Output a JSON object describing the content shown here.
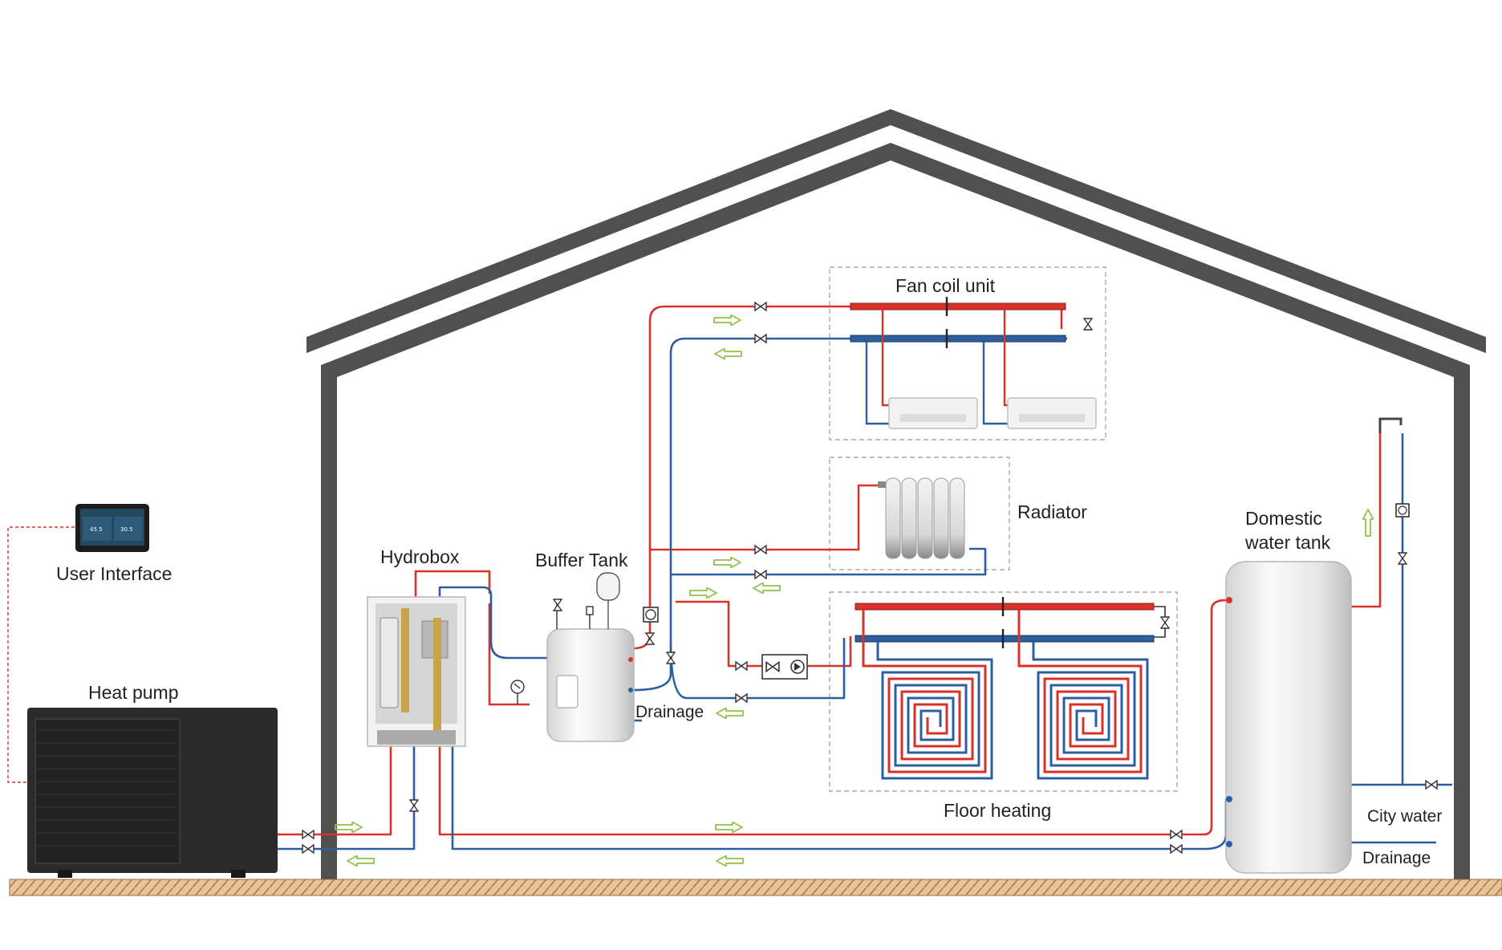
{
  "labels": {
    "user_interface": "User Interface",
    "heat_pump": "Heat pump",
    "hydrobox": "Hydrobox",
    "buffer_tank": "Buffer Tank",
    "drainage_buffer": "Drainage",
    "fan_coil_unit": "Fan coil unit",
    "radiator": "Radiator",
    "floor_heating": "Floor heating",
    "domestic_water_tank_line1": "Domestic",
    "domestic_water_tank_line2": "water tank",
    "city_water": "City water",
    "drainage_tank": "Drainage"
  },
  "user_interface_screen": {
    "left_value": "45.5",
    "right_value": "30.5"
  },
  "colors": {
    "supply_pipe": "#d9322b",
    "return_pipe": "#2d5f9e",
    "flow_arrow": "#8fc34a",
    "house_outline": "#505050",
    "ground": "#c9915a",
    "dashed_box": "#aaaaaa"
  }
}
